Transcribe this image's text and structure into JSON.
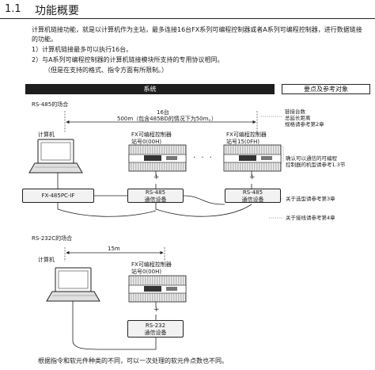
{
  "header": {
    "section_number": "1.1",
    "title": "功能概要"
  },
  "intro": {
    "line1": "计算机链接功能，就是以计算机作为主站，最多连接16台FX系列可编程控制器或者A系列可编程控制器，进行数据链接",
    "line2": "的功能。",
    "item1": "1）计算机链接最多可以执行16台。",
    "item2": "2）与A系列可编程控制器的计算机链接模块所支持的专用协议相同。",
    "item2_note": "（但是在支持的格式、指令方面有所限制。）"
  },
  "bars": {
    "system": "系统",
    "reference": "要点及参考对象"
  },
  "rs485": {
    "section_label": "RS-485的场合",
    "count_label": "16台",
    "distance_label": "500m（包含485BD的情况下为50m。）",
    "computer_label": "计算机",
    "plc1_title": "FX可编程控制器",
    "plc1_station": "站号0(00H)",
    "plc2_title": "FX可编程控制器",
    "plc2_station": "站号15(0FH)",
    "ellipsis": "· · ·",
    "converter_label": "FX-485PC-IF",
    "comm1_line1": "RS-485",
    "comm1_line2": "通信设备",
    "comm2_line1": "RS-485",
    "comm2_line2": "通信设备",
    "plus": "+",
    "notes": {
      "n1": "链接台数",
      "n2": "总延长距离",
      "n3": "规格请参考第2章",
      "n4": "确认可以通信的可编程",
      "n5": "控制器的机型请参考1.3节",
      "n6": "关于选型请参考第3章",
      "n7": "关于接线请参考第4章"
    }
  },
  "rs232": {
    "section_label": "RS-232C的场合",
    "distance_label": "15m",
    "computer_label": "计算机",
    "plc_title": "FX可编程控制器",
    "plc_station": "站号0(00H)",
    "comm_line1": "RS-232",
    "comm_line2": "通信设备",
    "plus": "+"
  },
  "footer": "根据指令和软元件种类的不同，可以一次处理的软元件点数也不同。"
}
